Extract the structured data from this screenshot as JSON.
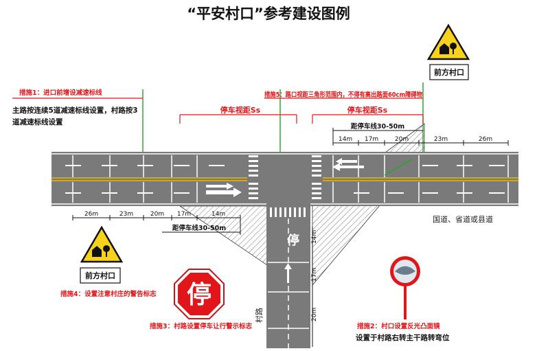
{
  "title": "“平安村口”参考建设图例",
  "measures": {
    "m1": {
      "label": "措施1：进口前增设减速标线",
      "desc1": "主路按连续5道减速标线设置，村路按3",
      "desc2": "道减速标线设置"
    },
    "m2": {
      "label": "措施2：村口设置反光凸面镜",
      "desc": "设置于村路右转主干路转弯位"
    },
    "m3": {
      "label": "措施3：村路设置停车让行警示标志"
    },
    "m4": {
      "label": "措施4：设置注意村庄的警告标志"
    },
    "m5": {
      "label": "措施5：路口视距三角形范围内，不得有高出路面60cm障碍物"
    }
  },
  "sight_distance_label": "停车视距Ss",
  "distance_to_stopline": "距停车线30-50m",
  "main_road_name": "国道、省道或县道",
  "village_road_name": "村路",
  "village_sign_text": "前方村口",
  "stop_sign_text": "停",
  "right_spacings": [
    "14m",
    "17m",
    "20m",
    "23m",
    "26m"
  ],
  "left_spacings": [
    "26m",
    "23m",
    "20m",
    "17m",
    "14m"
  ],
  "village_spacings": [
    "14m",
    "17m",
    "20m"
  ],
  "colors": {
    "red": "#e0161a",
    "road": "#7a7a7a",
    "centerline": "#f0b400",
    "sign_yellow": "#f7d21c",
    "green_line": "#22a822"
  }
}
